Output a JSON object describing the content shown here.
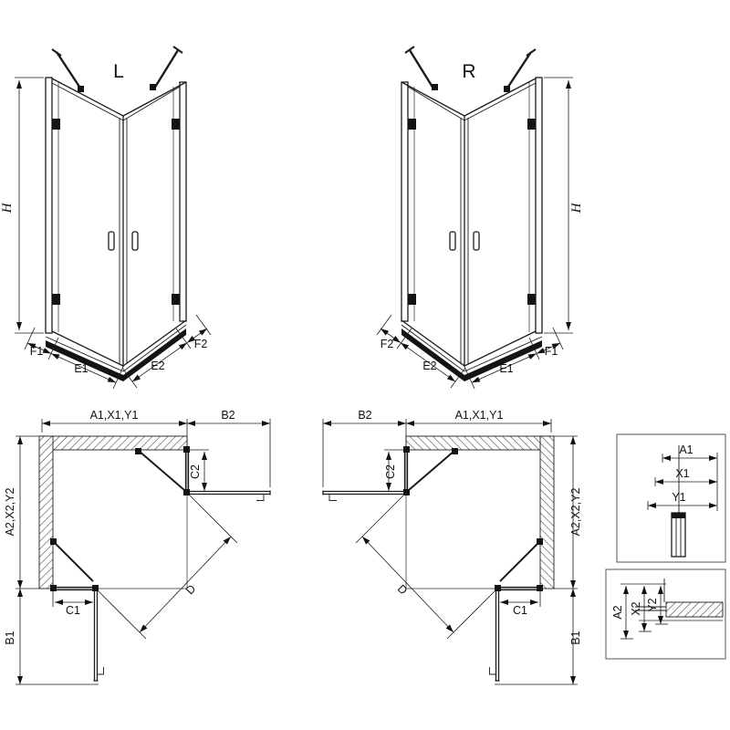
{
  "colors": {
    "line": "#1c1c1c",
    "background": "#ffffff"
  },
  "perspective_left": {
    "label": "L",
    "height_label": "H",
    "dims": {
      "d1": "F1",
      "d2": "E1",
      "d3": "E2",
      "d4": "F2"
    }
  },
  "perspective_right": {
    "label": "R",
    "height_label": "H",
    "dims": {
      "d1": "F2",
      "d2": "E2",
      "d3": "E1",
      "d4": "F1"
    }
  },
  "plan_left": {
    "top_width": "A1,X1,Y1",
    "door_top": "B2",
    "fixed_top": "C2",
    "side_height": "A2,X2,Y2",
    "fixed_bottom": "C1",
    "diagonal": "D",
    "door_side": "B1"
  },
  "plan_right": {
    "top_width": "A1,X1,Y1",
    "door_top": "B2",
    "fixed_top": "C2",
    "side_height": "A2,X2,Y2",
    "fixed_bottom": "C1",
    "diagonal": "D",
    "door_side": "B1"
  },
  "detail_top": {
    "d1": "A1",
    "d2": "X1",
    "d3": "Y1"
  },
  "detail_bottom": {
    "d1": "A2",
    "d2": "X2",
    "d3": "Y2"
  }
}
